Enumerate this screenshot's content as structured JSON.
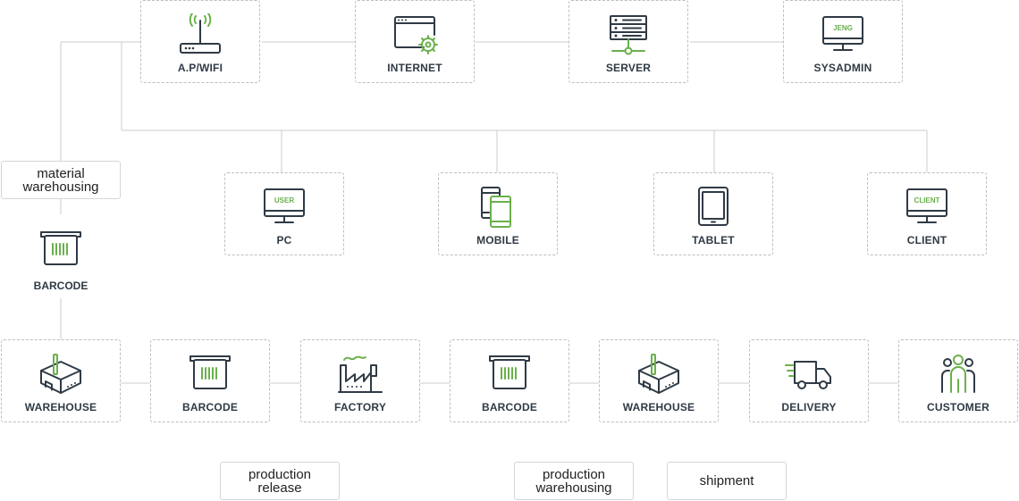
{
  "nodes": {
    "ap_wifi": "A.P/WIFI",
    "internet": "INTERNET",
    "server": "SERVER",
    "sysadmin": "SYSADMIN",
    "pc": "PC",
    "mobile": "MOBILE",
    "tablet": "TABLET",
    "client": "CLIENT",
    "barcode_side": "BARCODE",
    "warehouse_1": "WAREHOUSE",
    "barcode_1": "BARCODE",
    "factory": "FACTORY",
    "barcode_2": "BARCODE",
    "warehouse_2": "WAREHOUSE",
    "delivery": "DELIVERY",
    "customer": "CUSTOMER"
  },
  "screen_text": {
    "sysadmin": "JENG",
    "pc": "USER",
    "client": "CLIENT"
  },
  "stages": {
    "material_warehousing": "material\nwarehousing",
    "production_release": "production\nrelease",
    "production_warehousing": "production\nwarehousing",
    "shipment": "shipment"
  },
  "colors": {
    "accent": "#6ab04c",
    "icon": "#2f3a45",
    "line": "#c8cdd1"
  }
}
